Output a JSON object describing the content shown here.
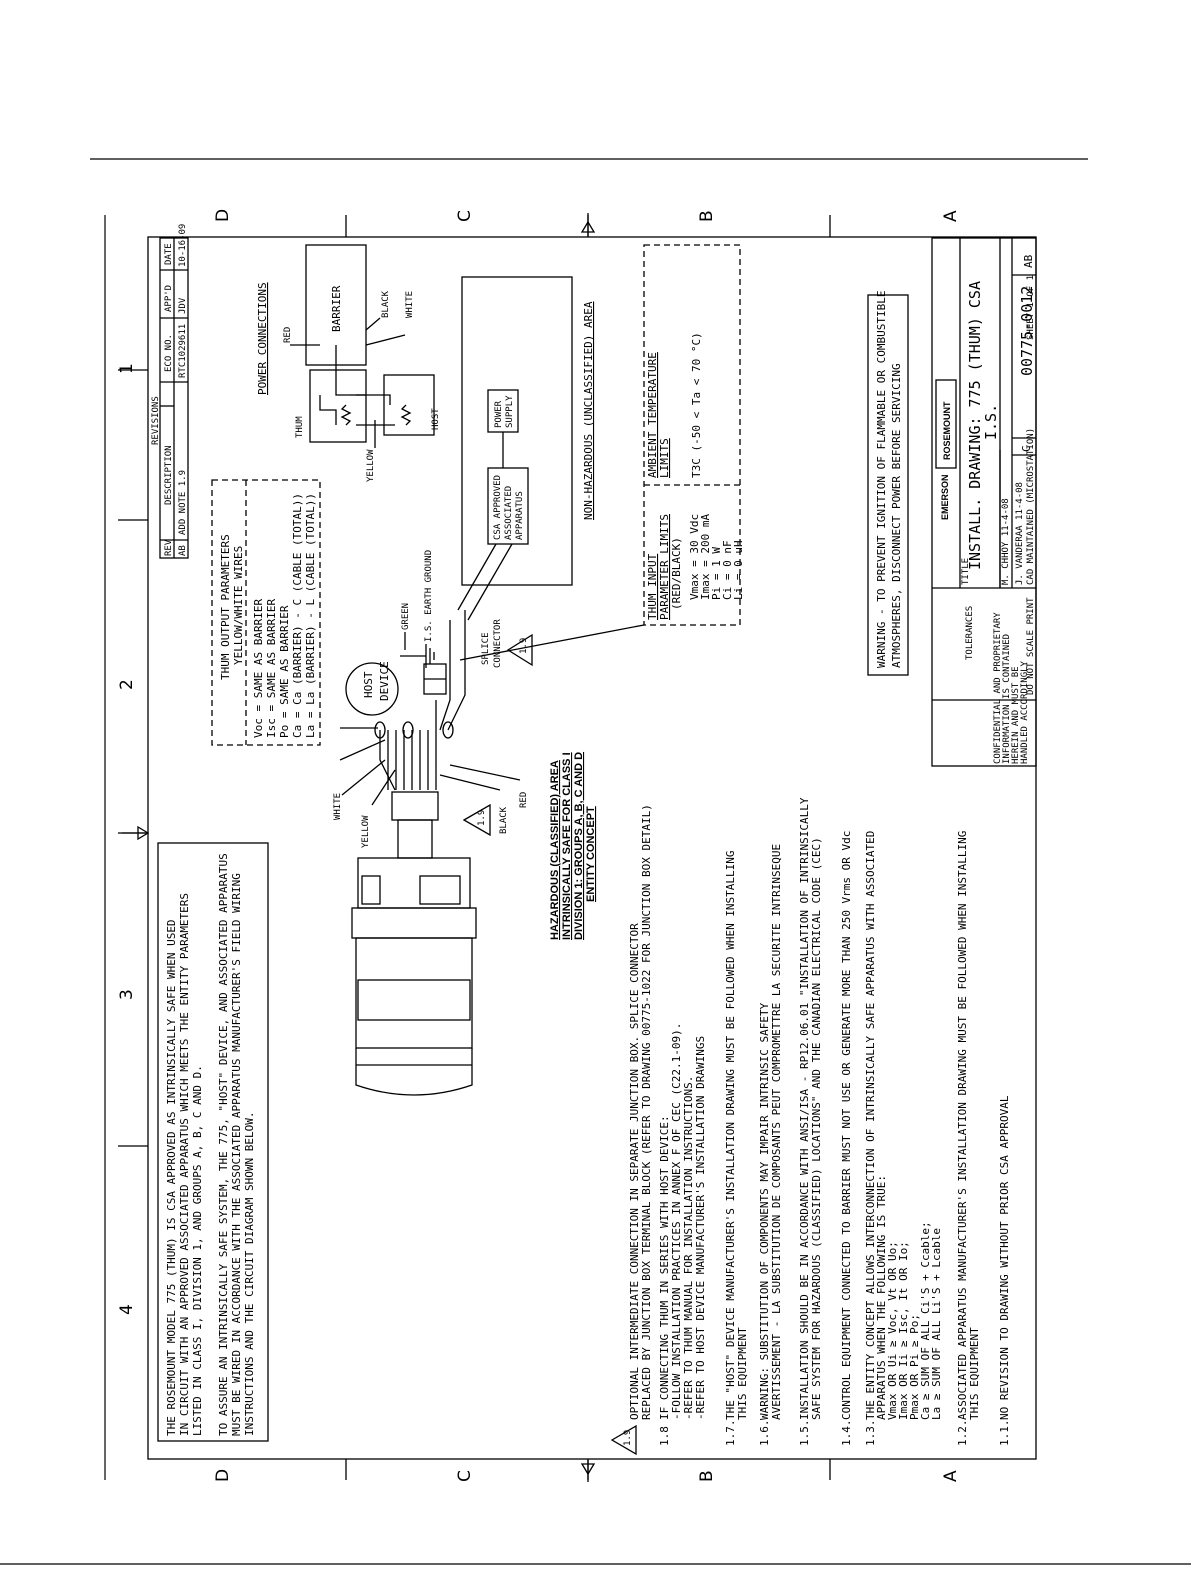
{
  "zones": {
    "columns": [
      "1",
      "2",
      "3",
      "4"
    ],
    "rows": [
      "A",
      "B",
      "C",
      "D"
    ]
  },
  "revisions": {
    "title": "REVISIONS",
    "headers": [
      "REV",
      "DESCRIPTION",
      "ECO NO.",
      "APP'D",
      "DATE"
    ],
    "row": [
      "AB",
      "ADD NOTE 1.9",
      "RTC1029611",
      "JDV",
      "10-16-09"
    ]
  },
  "top_note": {
    "lines": [
      "THE ROSEMOUNT MODEL 775 (THUM) IS CSA APPROVED AS INTRINSICALLY SAFE WHEN USED",
      "IN CIRCUIT WITH AN APPROVED ASSOCIATED APPARATUS WHICH MEETS THE ENTITY PARAMETERS",
      "LISTED IN CLASS I, DIVISION 1, AND GROUPS A, B, C AND D.",
      "",
      "TO ASSURE AN INTRINSICALLY SAFE SYSTEM, THE 775, \"HOST\" DEVICE, AND ASSOCIATED APPARATUS",
      "MUST BE WIRED IN ACCORDANCE WITH THE ASSOCIATED APPARATUS MANUFACTURER'S FIELD WIRING",
      "INSTRUCTIONS AND THE CIRCUIT DIAGRAM SHOWN BELOW."
    ]
  },
  "output_params": {
    "title1": "THUM OUTPUT PARAMETERS",
    "title2": "YELLOW/WHITE WIRES",
    "lines": [
      "Voc = SAME AS BARRIER",
      "Isc = SAME AS BARRIER",
      "Po  = SAME AS BARRIER",
      "Ca  = Ca (BARRIER) - C (CABLE (TOTAL))",
      "La  = La (BARRIER) - L (CABLE (TOTAL))"
    ]
  },
  "power_connections": {
    "title": "POWER CONNECTIONS",
    "barrier": "BARRIER",
    "thum": "THUM",
    "host": "HOST",
    "red": "RED",
    "black": "BLACK",
    "white": "WHITE",
    "yellow": "YELLOW"
  },
  "wiring": {
    "host_device1": "HOST",
    "host_device2": "DEVICE",
    "green": "GREEN",
    "earth_ground": "I.S. EARTH GROUND",
    "splice1": "SPLICE",
    "splice2": "CONNECTOR",
    "note_flag": "1.9",
    "white": "WHITE",
    "yellow": "YELLOW",
    "black": "BLACK",
    "red": "RED"
  },
  "nonhaz": {
    "csa": [
      "CSA APPROVED",
      "ASSOCIATED",
      "APPARATUS"
    ],
    "power": [
      "POWER",
      "SUPPLY"
    ],
    "label": "NON-HAZARDOUS (UNCLASSIFIED) AREA"
  },
  "input_params": {
    "title": [
      "THUM INPUT",
      "PARAMETER LIMITS",
      "(RED/BLACK)"
    ],
    "lines": [
      "Vmax = 30 Vdc",
      "Imax = 200 mA",
      "Pi = 1 W",
      "Ci = 0 nF",
      "Li = 0 uH"
    ]
  },
  "ambient": {
    "title": [
      "AMBIENT TEMPERATURE",
      "LIMITS"
    ],
    "value": "T3C (-50 < Ta < 70 °C)"
  },
  "hazardous": {
    "lines": [
      "HAZARDOUS (CLASSIFIED) AREA",
      "INTRINSICALLY SAFE FOR CLASS I",
      "DIVISION 1: GROUPS A, B, C AND D",
      "ENTITY CONCEPT"
    ]
  },
  "warning": {
    "lines": [
      "WARNING - TO PREVENT IGNITION OF FLAMMABLE OR COMBUSTIBLE",
      "ATMOSPHERES, DISCONNECT POWER BEFORE SERVICING"
    ]
  },
  "notes": [
    {
      "num": "1.9",
      "lines": [
        "OPTIONAL INTERMEDIATE CONNECTION IN SEPARATE JUNCTION BOX.  SPLICE CONNECTOR",
        "REPLACED BY JUNCTION BOX TERMINAL BLOCK (REFER TO DRAWING 00775-1022 FOR JUNCTION BOX DETAIL)"
      ]
    },
    {
      "num": "1.8",
      "lines": [
        "IF CONNECTING THUM IN SERIES WITH HOST DEVICE:",
        "  -FOLLOW INSTALLATION PRACTICES IN ANNEX F OF CEC (C22.1-09).",
        "  -REFER TO THUM MANUAL FOR INSTALLATION INSTRUCTIONS.",
        "  -REFER TO HOST DEVICE MANUFACTURER'S INSTALLATION DRAWINGS"
      ]
    },
    {
      "num": "1.7.",
      "lines": [
        "THE \"HOST\" DEVICE MANUFACTURER'S INSTALLATION DRAWING MUST BE FOLLOWED WHEN INSTALLING",
        "THIS EQUIPMENT"
      ]
    },
    {
      "num": "1.6.",
      "lines": [
        "WARNING: SUBSTITUTION OF COMPONENTS MAY IMPAIR INTRINSIC SAFETY",
        "AVERTISSEMENT - LA SUBSTITUTION DE COMPOSANTS PEUT COMPROMETTRE LA SECURITE INTRINSEQUE"
      ]
    },
    {
      "num": "1.5.",
      "lines": [
        "INSTALLATION SHOULD BE IN ACCORDANCE WITH ANSI/ISA - RP12.06.01 \"INSTALLATION OF INTRINSICALLY",
        "SAFE SYSTEM FOR HAZARDOUS (CLASSIFIED) LOCATIONS\" AND THE CANADIAN ELECTRICAL CODE (CEC)"
      ]
    },
    {
      "num": "1.4.",
      "lines": [
        "CONTROL EQUIPMENT CONNECTED TO BARRIER MUST NOT USE OR GENERATE MORE THAN 250 Vrms OR Vdc"
      ]
    },
    {
      "num": "1.3.",
      "lines": [
        "THE ENTITY CONCEPT ALLOWS INTERCONNECTION OF INTRINSICALLY SAFE APPARATUS WITH ASSOCIATED",
        "APPARATUS WHEN THE FOLLOWING IS TRUE:",
        "Vmax OR Ui ≥ Voc, Vt OR Uo;",
        "Imax OR Ii ≥ Isc, It OR Io;",
        "Pmax OR Pi ≥ Po;",
        "Ca ≥ SUM OF ALL Ci'S + Ccable;",
        "La ≥ SUM OF ALL Li'S + Lcable"
      ]
    },
    {
      "num": "1.2.",
      "lines": [
        "ASSOCIATED APPARATUS MANUFACTURER'S INSTALLATION DRAWING MUST BE FOLLOWED WHEN INSTALLING",
        "THIS EQUIPMENT"
      ]
    },
    {
      "num": "1.1.",
      "lines": [
        "NO REVISION TO DRAWING WITHOUT PRIOR CSA APPROVAL"
      ]
    }
  ],
  "title_block": {
    "title_label": "TITLE",
    "title1": "INSTALL. DRAWING: 775 (THUM) CSA",
    "title2": "I.S.",
    "drawing_no": "00775-0012",
    "size": "C",
    "rev": "AB",
    "sheet": "SHEET 1 OF 1",
    "company": "ROSEMOUNT",
    "emerson": "EMERSON",
    "dr": "M. CHHOY 11-4-08",
    "chk": "J. VANDERAA 11-4-08",
    "cad": "CAD MAINTAINED (MICROSTATION)",
    "do_not_scale": "DO NOT SCALE PRINT",
    "tolerances": "TOLERANCES",
    "confidential": [
      "CONFIDENTIAL AND PROPRIETARY",
      "INFORMATION IS CONTAINED",
      "HEREIN AND MUST BE",
      "HANDLED ACCORDINGLY"
    ]
  }
}
